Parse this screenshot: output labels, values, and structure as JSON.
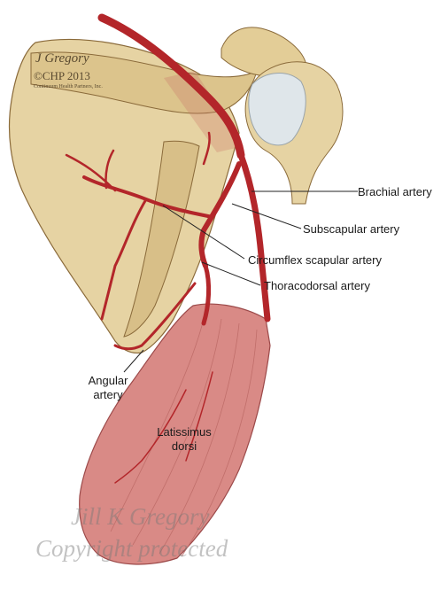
{
  "labels": {
    "brachial": "Brachial artery",
    "subscapular": "Subscapular artery",
    "circumflex": "Circumflex scapular artery",
    "thoracodorsal": "Thoracodorsal artery",
    "angular_line1": "Angular",
    "angular_line2": "artery",
    "latissimus_line1": "Latissimus",
    "latissimus_line2": "dorsi"
  },
  "signature": {
    "artist": "J Gregory",
    "copyright": "©CHP 2013",
    "publisher": "Continuum Health Partners, Inc."
  },
  "watermark": {
    "line1": "Jill K Gregory",
    "line2": "Copyright protected"
  },
  "colors": {
    "bone": "#e6d3a3",
    "bone_shadow": "#c9ad78",
    "artery": "#b3262a",
    "muscle": "#d98a86",
    "muscle_dark": "#b85a5a",
    "cartilage": "#dfe6ea"
  }
}
